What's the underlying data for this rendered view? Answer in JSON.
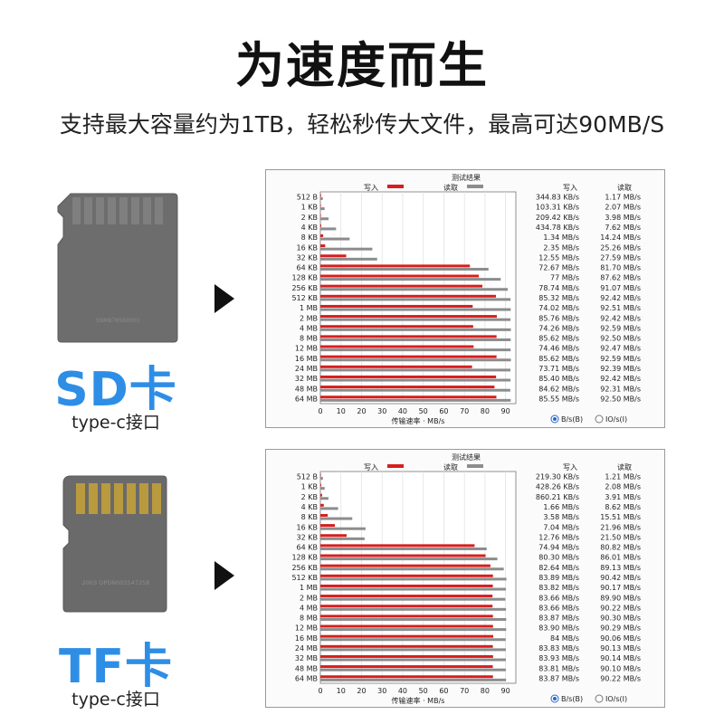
{
  "header": {
    "title": "为速度而生",
    "subtitle": "支持最大容量约为1TB，轻松秒传大文件，最高可达90MB/S"
  },
  "cards": [
    {
      "name": "SD卡",
      "sub": "type-c接口",
      "chip_text": "SNMB76580000"
    },
    {
      "name": "TF卡",
      "sub": "type-c接口",
      "chip_text": "2003 OPDN003547258"
    }
  ],
  "colors": {
    "write": "#d81e1e",
    "read": "#8c8c8c",
    "accent": "#2e8ee6"
  },
  "chart_data": [
    {
      "type": "bar",
      "title": "测试结果",
      "legend": [
        "写入",
        "读取"
      ],
      "legend_placement": "top-center",
      "xlabel": "传输速率 · MB/s",
      "xlim": [
        0,
        95
      ],
      "xticks": [
        "0",
        "10",
        "20",
        "30",
        "40",
        "50",
        "60",
        "70",
        "80",
        "90"
      ],
      "col_headers": [
        "写入",
        "读取"
      ],
      "radio": [
        "B/s(B)",
        "IO/s(I)"
      ],
      "categories": [
        "512 B",
        "1 KB",
        "2 KB",
        "4 KB",
        "8 KB",
        "16 KB",
        "32 KB",
        "64 KB",
        "128 KB",
        "256 KB",
        "512 KB",
        "1 MB",
        "2 MB",
        "4 MB",
        "8 MB",
        "12 MB",
        "16 MB",
        "24 MB",
        "32 MB",
        "48 MB",
        "64 MB"
      ],
      "series": [
        {
          "name": "写入",
          "values": [
            0.34,
            0.1,
            0.2,
            0.42,
            1.34,
            2.35,
            12.55,
            72.67,
            77,
            78.74,
            85.32,
            74.02,
            85.76,
            74.26,
            85.62,
            74.46,
            85.62,
            73.71,
            85.4,
            84.62,
            85.55
          ]
        },
        {
          "name": "读取",
          "values": [
            1.17,
            2.07,
            3.98,
            7.62,
            14.24,
            25.26,
            27.59,
            81.7,
            87.62,
            91.07,
            92.42,
            92.51,
            92.42,
            92.59,
            92.5,
            92.47,
            92.59,
            92.39,
            92.42,
            92.31,
            92.5
          ]
        }
      ],
      "text_write": [
        "344.83 KB/s",
        "103.31 KB/s",
        "209.42 KB/s",
        "434.78 KB/s",
        "1.34 MB/s",
        "2.35 MB/s",
        "12.55 MB/s",
        "72.67 MB/s",
        "77 MB/s",
        "78.74 MB/s",
        "85.32 MB/s",
        "74.02 MB/s",
        "85.76 MB/s",
        "74.26 MB/s",
        "85.62 MB/s",
        "74.46 MB/s",
        "85.62 MB/s",
        "73.71 MB/s",
        "85.40 MB/s",
        "84.62 MB/s",
        "85.55 MB/s"
      ],
      "text_read": [
        "1.17 MB/s",
        "2.07 MB/s",
        "3.98 MB/s",
        "7.62 MB/s",
        "14.24 MB/s",
        "25.26 MB/s",
        "27.59 MB/s",
        "81.70 MB/s",
        "87.62 MB/s",
        "91.07 MB/s",
        "92.42 MB/s",
        "92.51 MB/s",
        "92.42 MB/s",
        "92.59 MB/s",
        "92.50 MB/s",
        "92.47 MB/s",
        "92.59 MB/s",
        "92.39 MB/s",
        "92.42 MB/s",
        "92.31 MB/s",
        "92.50 MB/s"
      ]
    },
    {
      "type": "bar",
      "title": "测试结果",
      "legend": [
        "写入",
        "读取"
      ],
      "legend_placement": "top-center",
      "xlabel": "传输速率 · MB/s",
      "xlim": [
        0,
        95
      ],
      "xticks": [
        "0",
        "10",
        "20",
        "30",
        "40",
        "50",
        "60",
        "70",
        "80",
        "90"
      ],
      "col_headers": [
        "写入",
        "读取"
      ],
      "radio": [
        "B/s(B)",
        "IO/s(I)"
      ],
      "categories": [
        "512 B",
        "1 KB",
        "2 KB",
        "4 KB",
        "8 KB",
        "16 KB",
        "32 KB",
        "64 KB",
        "128 KB",
        "256 KB",
        "512 KB",
        "1 MB",
        "2 MB",
        "4 MB",
        "8 MB",
        "12 MB",
        "16 MB",
        "24 MB",
        "32 MB",
        "48 MB",
        "64 MB"
      ],
      "series": [
        {
          "name": "写入",
          "values": [
            0.21,
            0.42,
            0.84,
            1.66,
            3.58,
            7.04,
            12.76,
            74.94,
            80.3,
            82.64,
            83.89,
            83.82,
            83.66,
            83.66,
            83.87,
            83.9,
            84,
            83.83,
            83.93,
            83.81,
            83.87
          ]
        },
        {
          "name": "读取",
          "values": [
            1.21,
            2.08,
            3.91,
            8.62,
            15.51,
            21.96,
            21.5,
            80.82,
            86.01,
            89.13,
            90.42,
            90.17,
            89.9,
            90.22,
            90.3,
            90.29,
            90.06,
            90.13,
            90.14,
            90.1,
            90.22
          ]
        }
      ],
      "text_write": [
        "219.30 KB/s",
        "428.26 KB/s",
        "860.21 KB/s",
        "1.66 MB/s",
        "3.58 MB/s",
        "7.04 MB/s",
        "12.76 MB/s",
        "74.94 MB/s",
        "80.30 MB/s",
        "82.64 MB/s",
        "83.89 MB/s",
        "83.82 MB/s",
        "83.66 MB/s",
        "83.66 MB/s",
        "83.87 MB/s",
        "83.90 MB/s",
        "84 MB/s",
        "83.83 MB/s",
        "83.93 MB/s",
        "83.81 MB/s",
        "83.87 MB/s"
      ],
      "text_read": [
        "1.21 MB/s",
        "2.08 MB/s",
        "3.91 MB/s",
        "8.62 MB/s",
        "15.51 MB/s",
        "21.96 MB/s",
        "21.50 MB/s",
        "80.82 MB/s",
        "86.01 MB/s",
        "89.13 MB/s",
        "90.42 MB/s",
        "90.17 MB/s",
        "89.90 MB/s",
        "90.22 MB/s",
        "90.30 MB/s",
        "90.29 MB/s",
        "90.06 MB/s",
        "90.13 MB/s",
        "90.14 MB/s",
        "90.10 MB/s",
        "90.22 MB/s"
      ]
    }
  ]
}
